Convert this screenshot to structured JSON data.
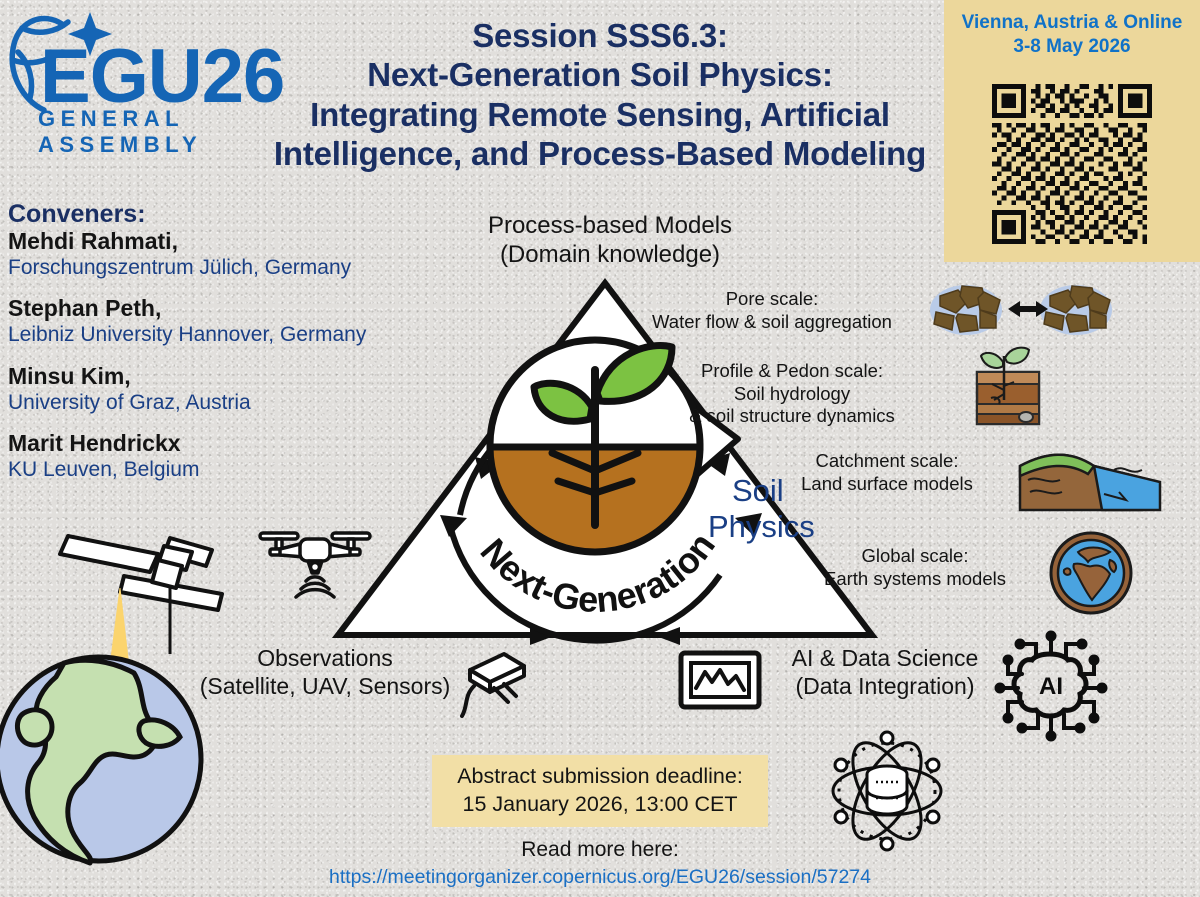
{
  "logo": {
    "wordmark": "EGU26",
    "subtitle": "GENERAL ASSEMBLY",
    "brand_color": "#1565b5"
  },
  "header": {
    "title_lines": [
      "Session SSS6.3:",
      "Next-Generation Soil Physics:",
      "Integrating Remote Sensing, Artificial",
      "Intelligence, and Process-Based Modeling"
    ],
    "title_color": "#1a2f63"
  },
  "venue": {
    "location": "Vienna, Austria & Online",
    "dates": "3-8 May 2026",
    "panel_bg": "#ecd79b",
    "text_color": "#1072c8",
    "qr_alt": "qr-code"
  },
  "conveners": {
    "heading": "Conveners:",
    "list": [
      {
        "name": "Mehdi Rahmati,",
        "affiliation": "Forschungszentrum Jülich, Germany"
      },
      {
        "name": "Stephan Peth,",
        "affiliation": "Leibniz University Hannover, Germany"
      },
      {
        "name": "Minsu Kim,",
        "affiliation": "University of Graz, Austria"
      },
      {
        "name": "Marit Hendrickx",
        "affiliation": "KU Leuven, Belgium"
      }
    ],
    "name_color": "#141414",
    "affiliation_color": "#1a3f85"
  },
  "triangle": {
    "apex_label": "Process-based Models",
    "apex_sub": "(Domain knowledge)",
    "left_label": "Observations",
    "left_sub": "(Satellite, UAV, Sensors)",
    "right_label": "AI & Data Science",
    "right_sub": "(Data Integration)",
    "center_curved": "Next-Generation",
    "center_line1": "Soil",
    "center_line2": "Physics",
    "center_text_color": "#1a3f85",
    "soil_color": "#b5711f",
    "leaf_color": "#7cc242"
  },
  "scales": [
    {
      "title": "Pore scale:",
      "lines": [
        "Water flow & soil aggregation"
      ],
      "icon": "soil-aggregate-icon"
    },
    {
      "title": "Profile & Pedon scale:",
      "lines": [
        "Soil hydrology",
        "& soil structure dynamics"
      ],
      "icon": "soil-profile-icon"
    },
    {
      "title": "Catchment scale:",
      "lines": [
        "Land surface models"
      ],
      "icon": "catchment-icon"
    },
    {
      "title": "Global scale:",
      "lines": [
        "Earth systems models"
      ],
      "icon": "globe-small-icon"
    }
  ],
  "footer": {
    "deadline_label": "Abstract submission deadline:",
    "deadline_value": "15 January 2026, 13:00 CET",
    "deadline_bg": "#f2dfa6",
    "read_more": "Read more here:",
    "url": "https://meetingorganizer.copernicus.org/EGU26/session/57274",
    "url_color": "#1a6fc4"
  },
  "icons": {
    "satellite": "satellite-icon",
    "globe": "earth-globe-icon",
    "drone": "drone-icon",
    "sensor": "field-sensor-icon",
    "chart_monitor": "chart-monitor-icon",
    "ai_brain": "ai-brain-icon",
    "atom_database": "atom-database-icon"
  }
}
